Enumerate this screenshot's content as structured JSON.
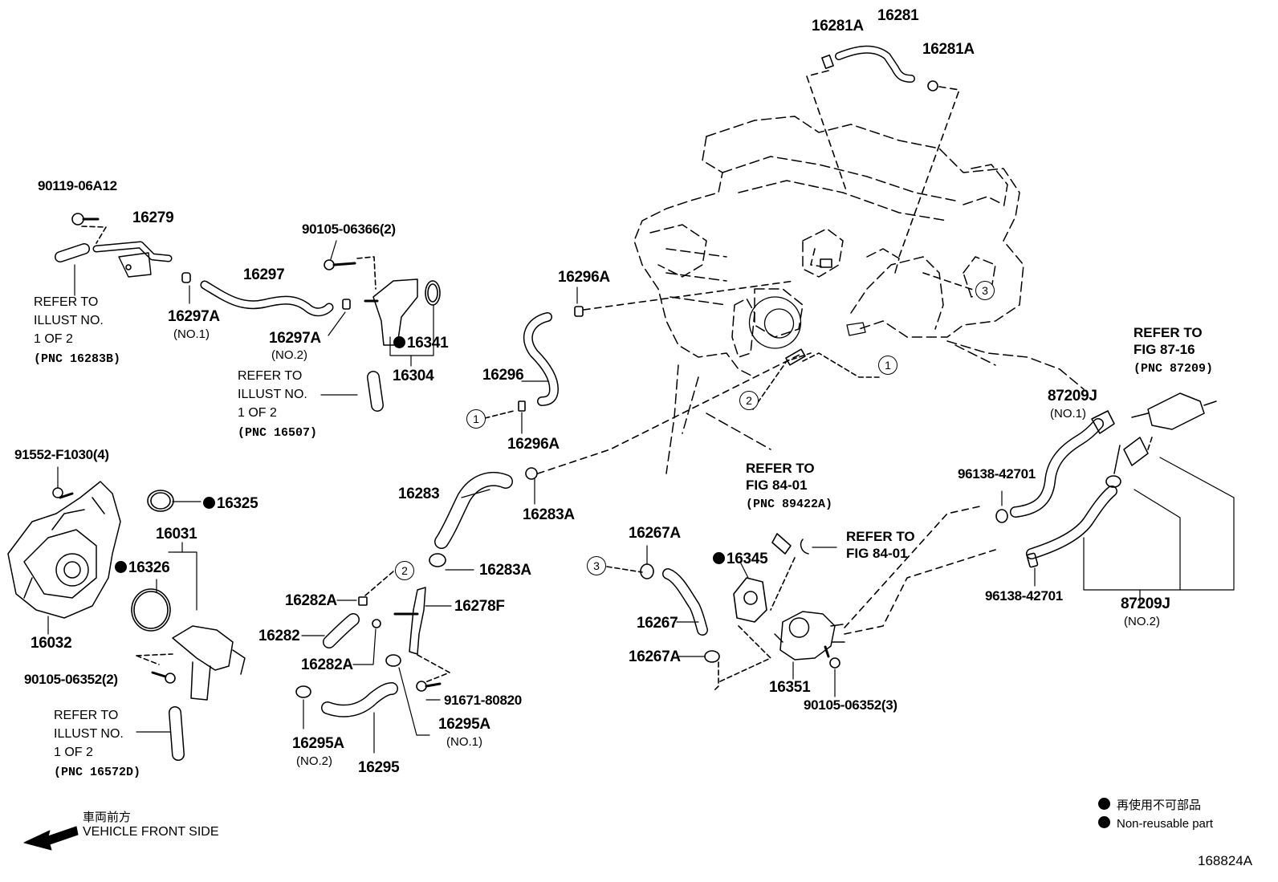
{
  "parts": {
    "p16281A_a": "16281A",
    "p16281": "16281",
    "p16281A_b": "16281A",
    "p90119": "90119-06A12",
    "p16279": "16279",
    "p90105_06366": "90105-06366(2)",
    "p16297": "16297",
    "p16296A_top": "16296A",
    "p16297A_no1": "16297A",
    "p16297A_no2": "16297A",
    "p16341": "16341",
    "p16304": "16304",
    "p16296": "16296",
    "p16296A_bot": "16296A",
    "p91552": "91552-F1030(4)",
    "p16325": "16325",
    "p16031": "16031",
    "p16326": "16326",
    "p16032": "16032",
    "p90105_06352_left": "90105-06352(2)",
    "p16283": "16283",
    "p16283A_top": "16283A",
    "p16283A_mid": "16283A",
    "p16282A_top": "16282A",
    "p16282": "16282",
    "p16282A_bot": "16282A",
    "p16278F": "16278F",
    "p91671": "91671-80820",
    "p16295A_no1": "16295A",
    "p16295A_no2": "16295A",
    "p16295": "16295",
    "p16267A_top": "16267A",
    "p16267": "16267",
    "p16267A_bot": "16267A",
    "p16345": "16345",
    "p16351": "16351",
    "p90105_06352_right": "90105-06352(3)",
    "p96138_top": "96138-42701",
    "p96138_bot": "96138-42701",
    "p87209J_no1": "87209J",
    "p87209J_no2": "87209J"
  },
  "subs": {
    "no1_16297A": "(NO.1)",
    "no2_16297A": "(NO.2)",
    "no1_16295A": "(NO.1)",
    "no2_16295A": "(NO.2)",
    "no1_87209J": "(NO.1)",
    "no2_87209J": "(NO.2)"
  },
  "refs": {
    "r16283B": {
      "l1": "REFER TO",
      "l2": "ILLUST NO.",
      "l3": "1 OF 2",
      "pnc": "(PNC 16283B)"
    },
    "r16507": {
      "l1": "REFER TO",
      "l2": "ILLUST NO.",
      "l3": "1 OF 2",
      "pnc": "(PNC 16507)"
    },
    "r16572D": {
      "l1": "REFER TO",
      "l2": "ILLUST NO.",
      "l3": "1 OF 2",
      "pnc": "(PNC 16572D)"
    },
    "r89422A": {
      "l1": "REFER TO",
      "l2": "FIG 84-01",
      "pnc": "(PNC 89422A)"
    },
    "r8401": {
      "l1": "REFER TO",
      "l2": "FIG 84-01"
    },
    "r87209": {
      "l1": "REFER TO",
      "l2": "FIG 87-16",
      "pnc": "(PNC 87209)"
    }
  },
  "circles": {
    "c1": "1",
    "c2": "2",
    "c3": "3"
  },
  "legend": {
    "front_jp": "車両前方",
    "front_en": "VEHICLE FRONT SIDE",
    "nonreuse_jp": "再使用不可部品",
    "nonreuse_en": "Non-reusable part"
  },
  "figure_id": "168824A"
}
